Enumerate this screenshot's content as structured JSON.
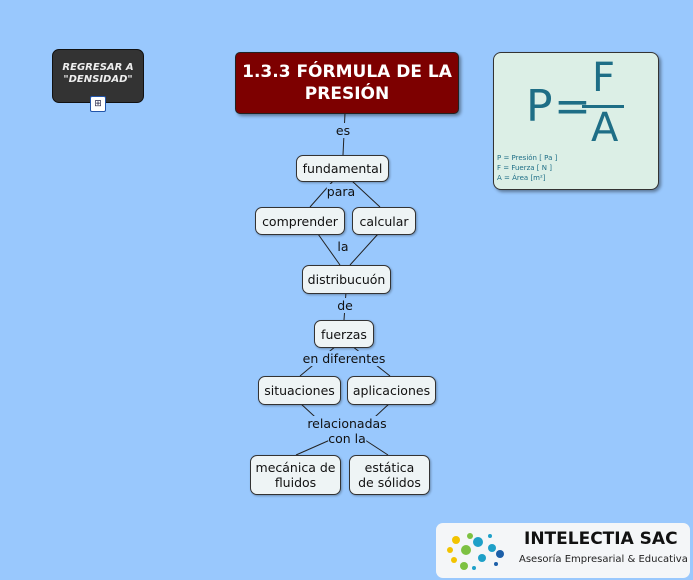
{
  "title": "1.3.3 FÓRMULA DE LA PRESIÓN",
  "back_button": {
    "line1": "REGRESAR A",
    "line2": "\"DENSIDAD\"",
    "icon": "map-link-icon"
  },
  "formula": {
    "lhs": "P",
    "eq": "=",
    "numerator": "F",
    "denominator": "A",
    "legend": [
      "P = Presión [ Pa ]",
      "F = Fuerza [ N ]",
      "A = Área [m²]"
    ]
  },
  "nodes": {
    "fundamental": "fundamental",
    "comprender": "comprender",
    "calcular": "calcular",
    "distribucion": "distribucuón",
    "fuerzas": "fuerzas",
    "situaciones": "situaciones",
    "aplicaciones": "aplicaciones",
    "mecanica": "mecánica de fluidos",
    "estatica": "estática de sólidos"
  },
  "links": {
    "es": "es",
    "para": "para",
    "la": "la",
    "de": "de",
    "en_diferentes": "en diferentes",
    "relacionadas": "relacionadas",
    "con_la": "con la"
  },
  "logo": {
    "name": "INTELECTIA SAC",
    "tagline": "Asesoría Empresarial & Educativa"
  }
}
